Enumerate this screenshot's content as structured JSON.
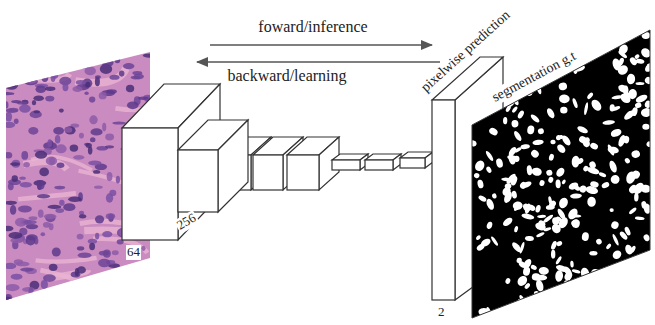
{
  "diagram": {
    "nodes": [
      {
        "text": [
          "64"
        ]
      },
      {
        "text": [
          "256"
        ]
      },
      {
        "text": [
          "pixelwise prediction",
          "2"
        ]
      },
      {
        "text": [
          "segmentation g.t"
        ]
      }
    ],
    "labels": [
      "foward/inference",
      "backward/learning"
    ]
  }
}
